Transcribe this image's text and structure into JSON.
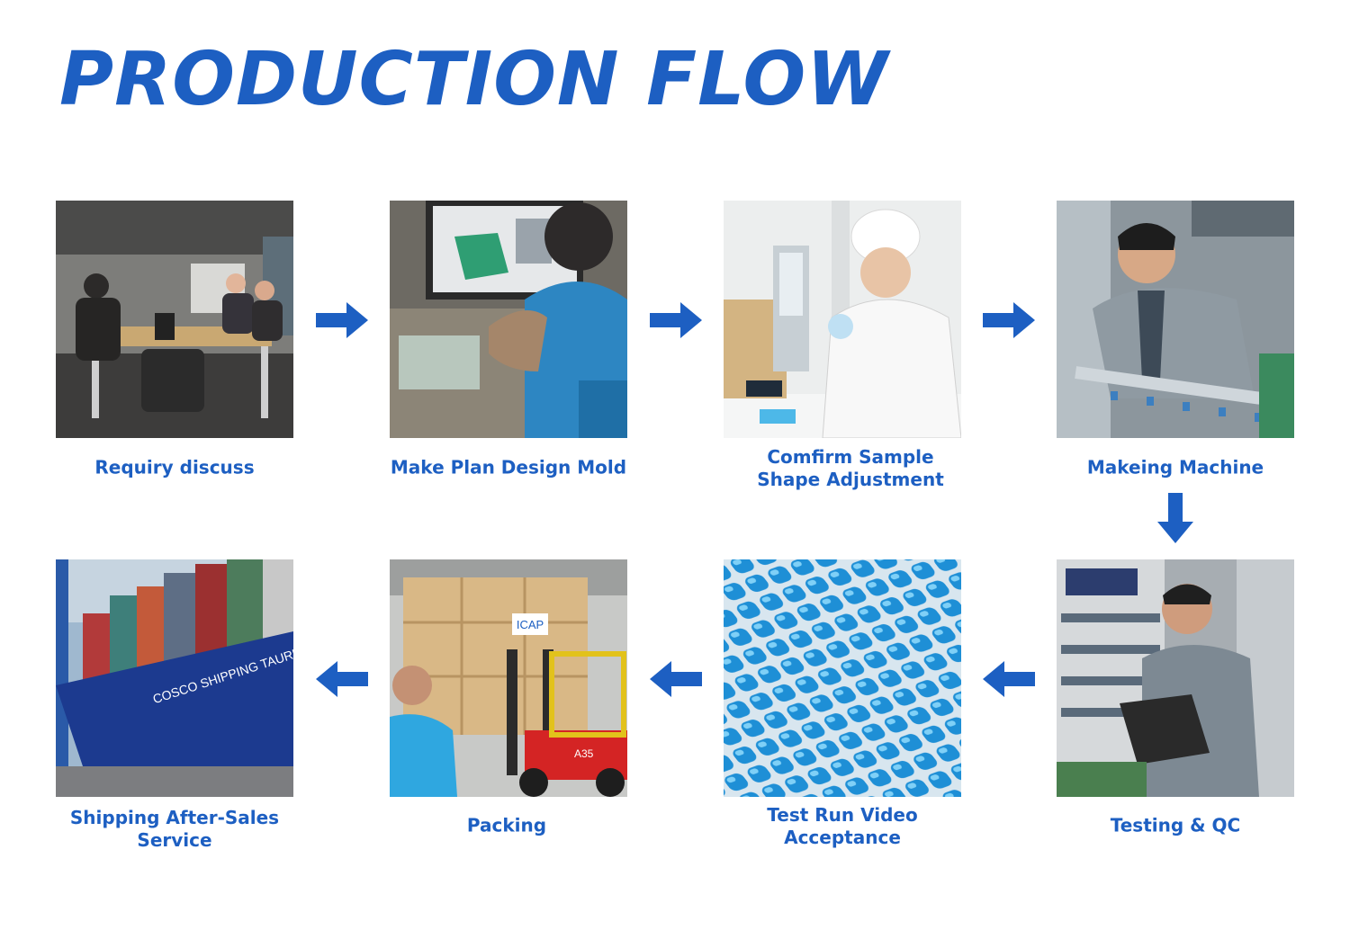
{
  "title": "PRODUCTION FLOW",
  "accent_color": "#1d5fc2",
  "steps": [
    {
      "lines": [
        "Requiry discuss"
      ]
    },
    {
      "lines": [
        "Make Plan Design Mold"
      ]
    },
    {
      "lines": [
        "Comfirm Sample",
        "Shape Adjustment"
      ]
    },
    {
      "lines": [
        "Makeing Machine"
      ]
    },
    {
      "lines": [
        "Testing & QC"
      ]
    },
    {
      "lines": [
        "Test Run Video",
        "Acceptance"
      ]
    },
    {
      "lines": [
        "Packing"
      ]
    },
    {
      "lines": [
        "Shipping After-Sales",
        "Service"
      ]
    }
  ],
  "photo_text": {
    "ship_name": "COSCO SHIPPING TAURUS",
    "crate_mark": "ICAP",
    "forklift_mark": "A35"
  }
}
